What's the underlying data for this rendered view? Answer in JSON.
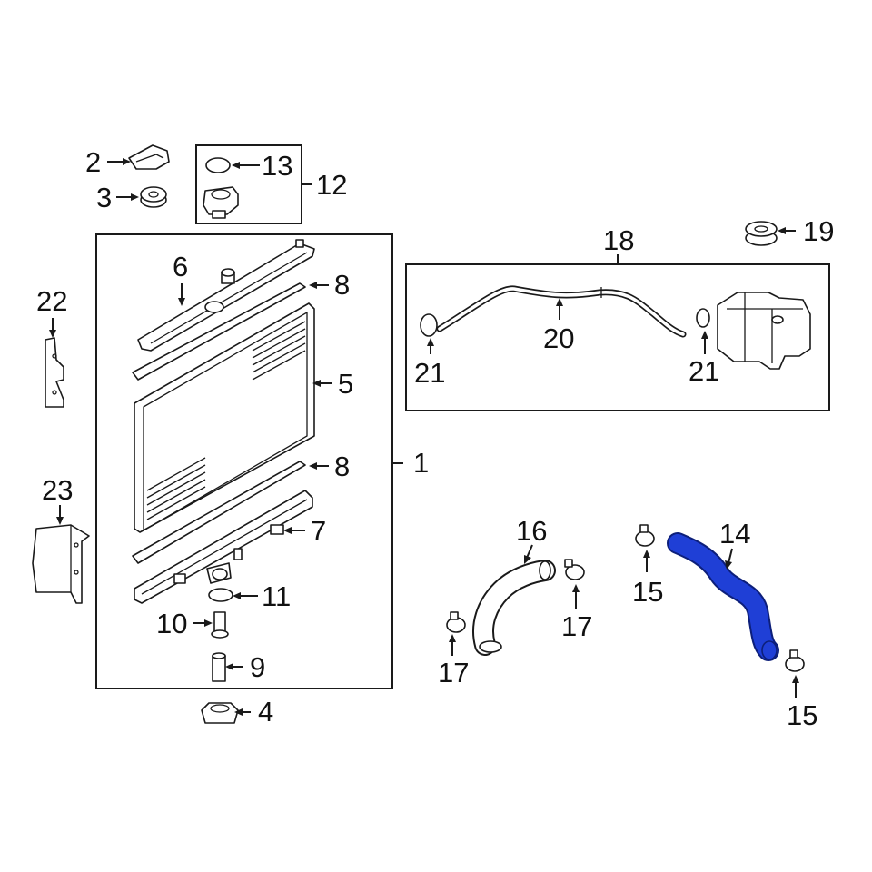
{
  "highlight_color": "#1f3fd6",
  "callouts": {
    "c1": "1",
    "c2": "2",
    "c3": "3",
    "c4": "4",
    "c5": "5",
    "c6": "6",
    "c7": "7",
    "c8a": "8",
    "c8b": "8",
    "c9": "9",
    "c10": "10",
    "c11": "11",
    "c12": "12",
    "c13": "13",
    "c14": "14",
    "c15a": "15",
    "c15b": "15",
    "c16": "16",
    "c17a": "17",
    "c17b": "17",
    "c18": "18",
    "c19": "19",
    "c20": "20",
    "c21a": "21",
    "c21b": "21",
    "c22": "22",
    "c23": "23"
  }
}
